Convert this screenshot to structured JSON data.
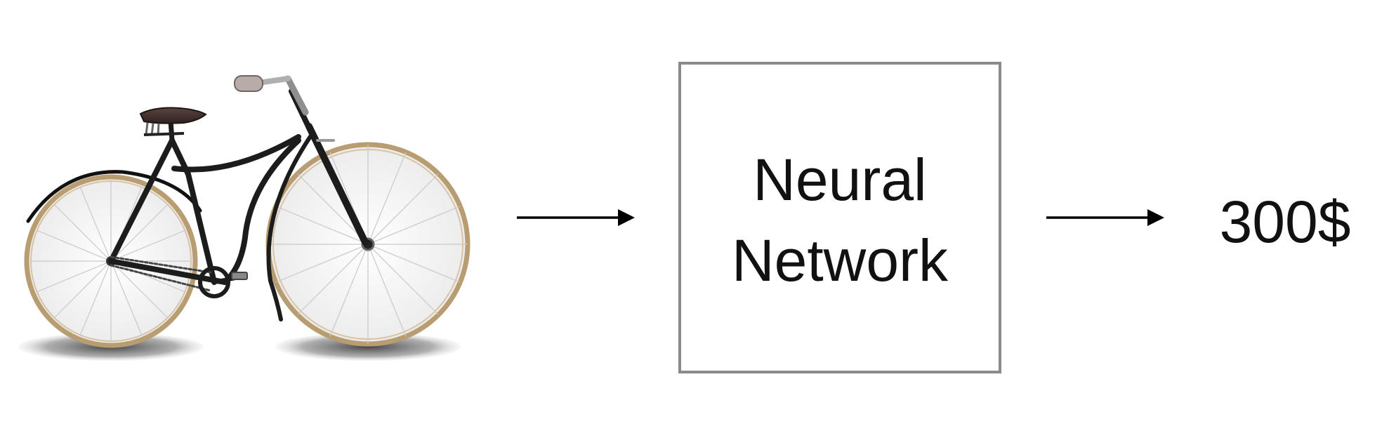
{
  "diagram": {
    "input": {
      "icon": "bicycle-icon"
    },
    "model": {
      "line1": "Neural",
      "line2": "Network",
      "border_color": "#8a8a8c"
    },
    "output": {
      "value": "300$"
    },
    "arrow_color": "#000000"
  }
}
